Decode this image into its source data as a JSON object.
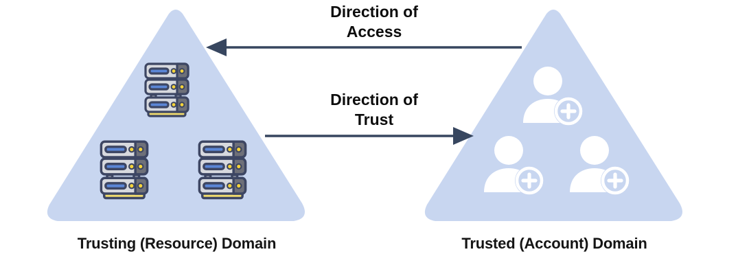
{
  "diagram": {
    "type": "domain-trust-relationship",
    "background_color": "#ffffff",
    "triangle_fill": "#c8d6f0",
    "arrow_color": "#37465f",
    "text_color": "#0d0d0d"
  },
  "left_domain": {
    "label": "Trusting (Resource) Domain",
    "shape_name": "triangle",
    "icon_type": "server-stack",
    "icon_count": 3,
    "icon_colors": {
      "outline": "#3d4663",
      "body": "#d7d9de",
      "side_panel": "#6e7079",
      "bar": "#5b86d6",
      "led_on": "#f5d33a",
      "base": "#f2dd6e"
    },
    "icons": [
      {
        "name": "server-stack-top"
      },
      {
        "name": "server-stack-bottom-left"
      },
      {
        "name": "server-stack-bottom-right"
      }
    ]
  },
  "right_domain": {
    "label": "Trusted (Account) Domain",
    "shape_name": "triangle",
    "icon_type": "user-add",
    "icon_count": 3,
    "icon_colors": {
      "figure": "#ffffff",
      "badge_ring": "#ffffff",
      "badge_inner": "#c8d6f0"
    },
    "icons": [
      {
        "name": "user-add-top"
      },
      {
        "name": "user-add-bottom-left"
      },
      {
        "name": "user-add-bottom-right"
      }
    ]
  },
  "arrows": [
    {
      "name": "direction-of-access",
      "label_line1": "Direction of",
      "label_line2": "Access",
      "direction": "right-to-left",
      "from": "Trusted (Account) Domain",
      "to": "Trusting (Resource) Domain"
    },
    {
      "name": "direction-of-trust",
      "label_line1": "Direction of",
      "label_line2": "Trust",
      "direction": "left-to-right",
      "from": "Trusting (Resource) Domain",
      "to": "Trusted (Account) Domain"
    }
  ]
}
